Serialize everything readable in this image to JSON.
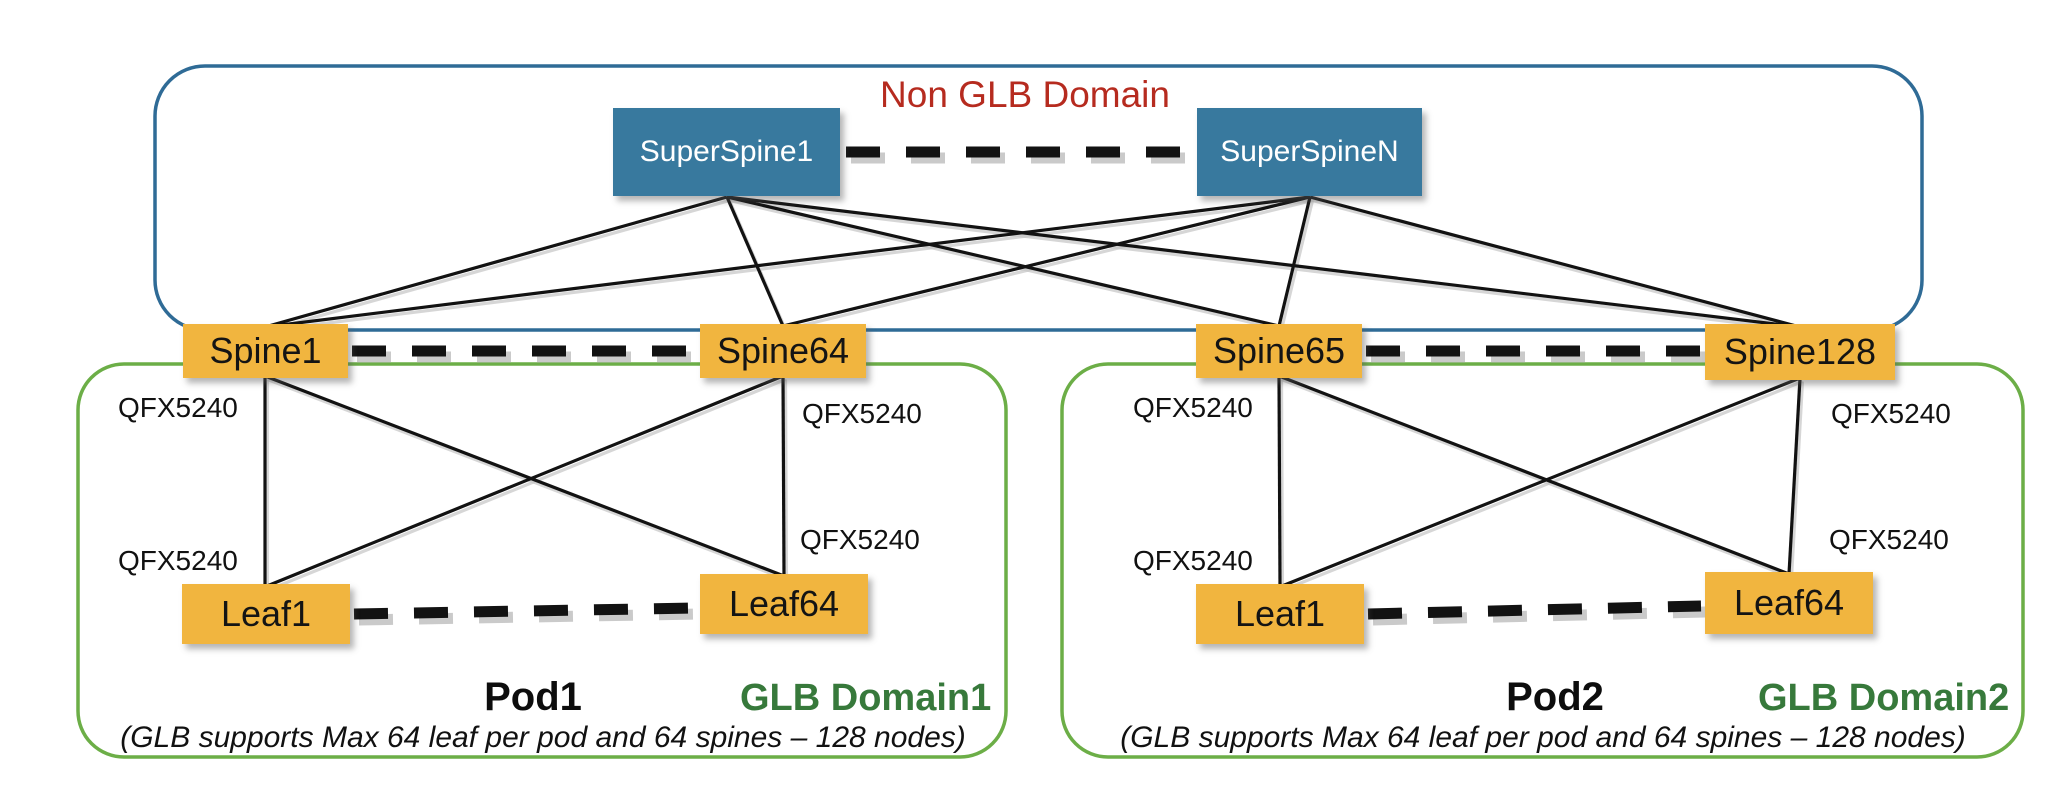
{
  "non_glb_domain": {
    "title": "Non GLB Domain",
    "superspines": [
      "SuperSpine1",
      "SuperSpineN"
    ]
  },
  "spines": [
    "Spine1",
    "Spine64",
    "Spine65",
    "Spine128"
  ],
  "pods": [
    {
      "name": "Pod1",
      "glb_domain": "GLB Domain1",
      "leaves": [
        "Leaf1",
        "Leaf64"
      ],
      "spine_device_labels": [
        "QFX5240",
        "QFX5240"
      ],
      "leaf_device_labels": [
        "QFX5240",
        "QFX5240"
      ],
      "caption": "(GLB supports Max 64 leaf per pod and 64 spines – 128 nodes)"
    },
    {
      "name": "Pod2",
      "glb_domain": "GLB Domain2",
      "leaves": [
        "Leaf1",
        "Leaf64"
      ],
      "spine_device_labels": [
        "QFX5240",
        "QFX5240"
      ],
      "leaf_device_labels": [
        "QFX5240",
        "QFX5240"
      ],
      "caption": "(GLB supports Max 64 leaf per pod and 64 spines – 128 nodes)"
    }
  ],
  "colors": {
    "superspine_fill": "#38799E",
    "node_fill": "#F1B53F",
    "domain_border_blue": "#2F6B96",
    "pod_border_green": "#6CAE47",
    "title_red": "#B62B1F",
    "glb_domain_green": "#37793B",
    "link_black": "#121212"
  }
}
